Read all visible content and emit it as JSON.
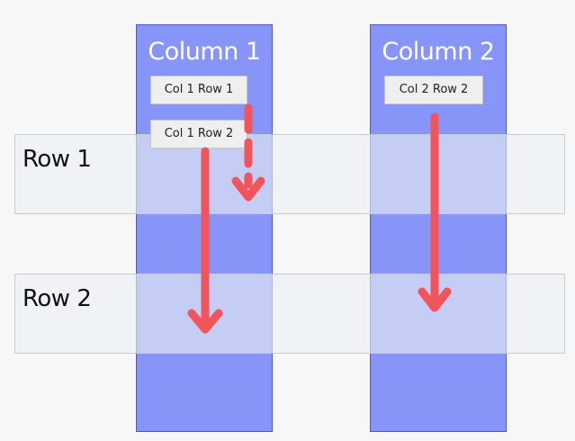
{
  "columns": [
    {
      "label": "Column 1"
    },
    {
      "label": "Column 2"
    }
  ],
  "rows": [
    {
      "label": "Row 1"
    },
    {
      "label": "Row 2"
    }
  ],
  "items": [
    {
      "label": "Col 1 Row 1"
    },
    {
      "label": "Col 1 Row 2"
    },
    {
      "label": "Col 2 Row 2"
    }
  ],
  "colors": {
    "column_fill": "#8794f8",
    "column_border": "#4a58d6",
    "row_fill": "#ecf0f3",
    "arrow": "#f2545b"
  }
}
